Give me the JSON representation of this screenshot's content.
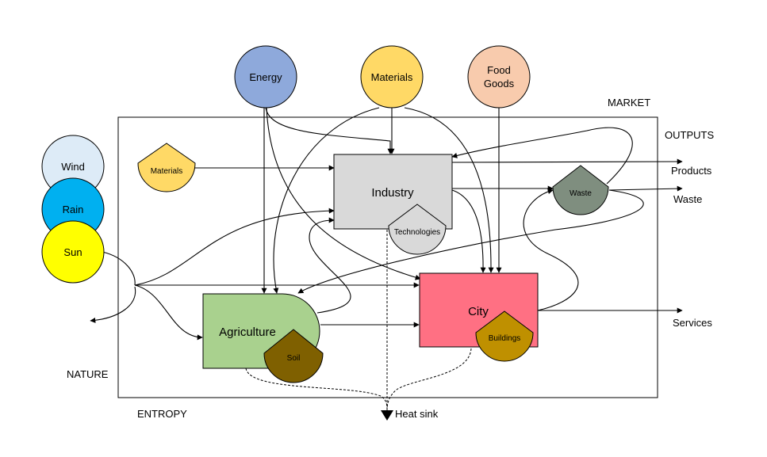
{
  "labels": {
    "market": "MARKET",
    "outputs": "OUTPUTS",
    "nature": "NATURE",
    "entropy": "ENTROPY"
  },
  "market_inputs": {
    "energy": "Energy",
    "materials": "Materials",
    "food_goods_line1": "Food",
    "food_goods_line2": "Goods"
  },
  "nature_inputs": {
    "wind": "Wind",
    "rain": "Rain",
    "sun": "Sun"
  },
  "sectors": {
    "materials": "Materials",
    "industry": "Industry",
    "technologies": "Technologies",
    "waste": "Waste",
    "agriculture": "Agriculture",
    "soil": "Soil",
    "city": "City",
    "buildings": "Buildings"
  },
  "outputs": {
    "products": "Products",
    "waste": "Waste",
    "services": "Services"
  },
  "sink": {
    "heat_sink": "Heat sink"
  },
  "colors": {
    "energy": "#8EA9DB",
    "materials": "#FFD966",
    "food_goods": "#F8CBAD",
    "wind": "#DDEBF7",
    "rain": "#00B0F0",
    "sun": "#FFFF00",
    "industry": "#D9D9D9",
    "waste": "#7F8E7F",
    "agriculture": "#A9D18E",
    "soil": "#7F6000",
    "city": "#FF7083",
    "buildings": "#BF9000"
  }
}
